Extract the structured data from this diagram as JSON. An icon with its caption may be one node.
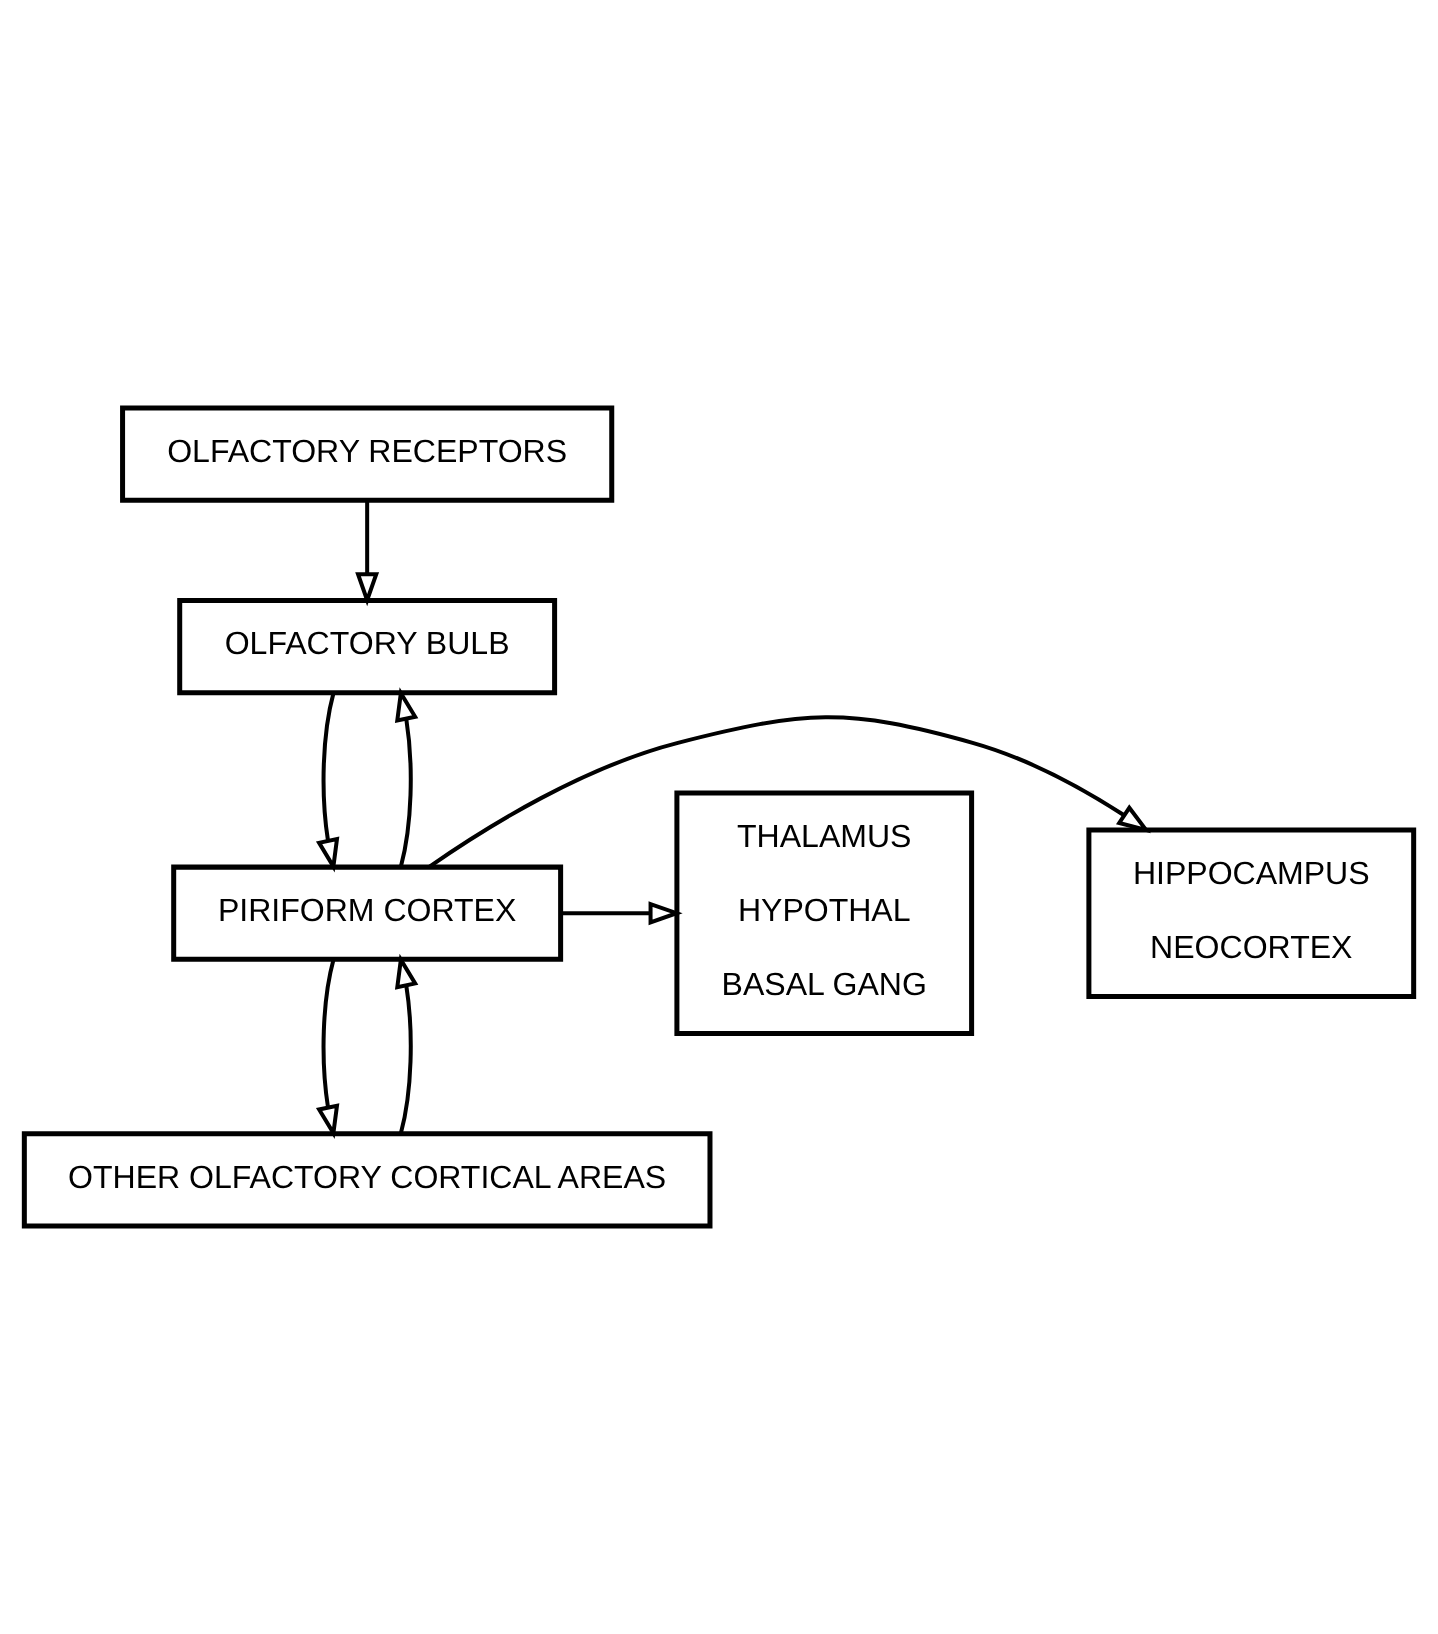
{
  "diagram": {
    "nodes": [
      {
        "text": [
          "OLFACTORY RECEPTORS"
        ]
      },
      {
        "text": [
          "OLFACTORY BULB"
        ]
      },
      {
        "text": [
          "HIPPOCAMPUS",
          "NEOCORTEX"
        ]
      },
      {
        "text": [
          "PIRIFORM CORTEX"
        ]
      },
      {
        "text": [
          "THALAMUS",
          "HYPOTHAL",
          "BASAL GANG"
        ]
      },
      {
        "text": [
          "OTHER OLFACTORY CORTICAL AREAS"
        ]
      }
    ],
    "edges": [
      {
        "from": 0,
        "to": 1,
        "arrow": "to"
      },
      {
        "from": 1,
        "to": 3,
        "arrow": "to"
      },
      {
        "from": 3,
        "to": 1,
        "arrow": "to"
      },
      {
        "from": 3,
        "to": 2,
        "arrow": "to"
      },
      {
        "from": 3,
        "to": 4,
        "arrow": "to"
      },
      {
        "from": 3,
        "to": 5,
        "arrow": "to"
      },
      {
        "from": 5,
        "to": 3,
        "arrow": "to"
      }
    ]
  }
}
